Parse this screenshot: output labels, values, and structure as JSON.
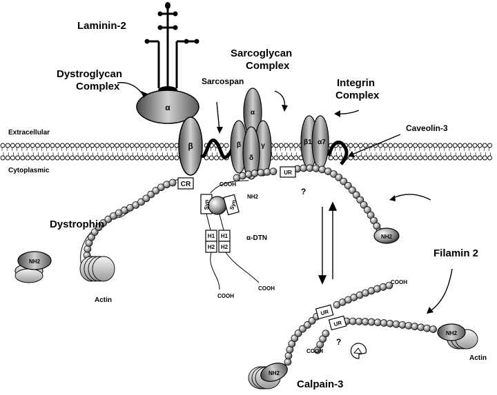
{
  "labels": {
    "laminin": "Laminin-2",
    "dystroglycan_line1": "Dystroglycan",
    "dystroglycan_line2": "Complex",
    "sarcoglycan_line1": "Sarcoglycan",
    "sarcoglycan_line2": "Complex",
    "integrin_line1": "Integrin",
    "integrin_line2": "Complex",
    "sarcospan": "Sarcospan",
    "caveolin": "Caveolin-3",
    "extracellular": "Extracellular",
    "cytoplasmic": "Cytoplasmic",
    "dystrophin": "Dystrophin",
    "alpha_dtn": "α-DTN",
    "filamin": "Filamin 2",
    "calpain": "Calpain-3",
    "actin_left": "Actin",
    "actin_right": "Actin"
  },
  "proteins": {
    "alpha_dg": "α",
    "beta_dg": "β",
    "sg_alpha": "α",
    "sg_beta": "β",
    "sg_delta": "δ",
    "sg_gamma": "γ",
    "integrin_b1": "β1",
    "integrin_a7": "α7"
  },
  "domains": {
    "cr": "CR",
    "ur_top": "UR",
    "ur_mid": "UR",
    "ur_low": "UR",
    "syn_left": "Syn",
    "syn_right": "Syn",
    "h1_left": "H1",
    "h2_left": "H2",
    "h1_right": "H1",
    "h2_right": "H2"
  },
  "termini": {
    "nh2_dystrophin": "NH2",
    "nh2_syn": "NH2",
    "nh2_filamin": "NH2",
    "nh2_actin_right": "NH2",
    "nh2_calpain": "NH2",
    "cooh_sg": "COOH",
    "cooh_dtn_left": "COOH",
    "cooh_dtn_right": "COOH",
    "cooh_upper_chain": "COOH",
    "cooh_lower_chain": "COOH"
  },
  "marks": {
    "q_top": "?",
    "q_bottom": "?"
  },
  "colors": {
    "ink": "#000000",
    "shade_dark": "#5a5a5a",
    "shade_light": "#d8d8d8",
    "paper": "#ffffff"
  }
}
